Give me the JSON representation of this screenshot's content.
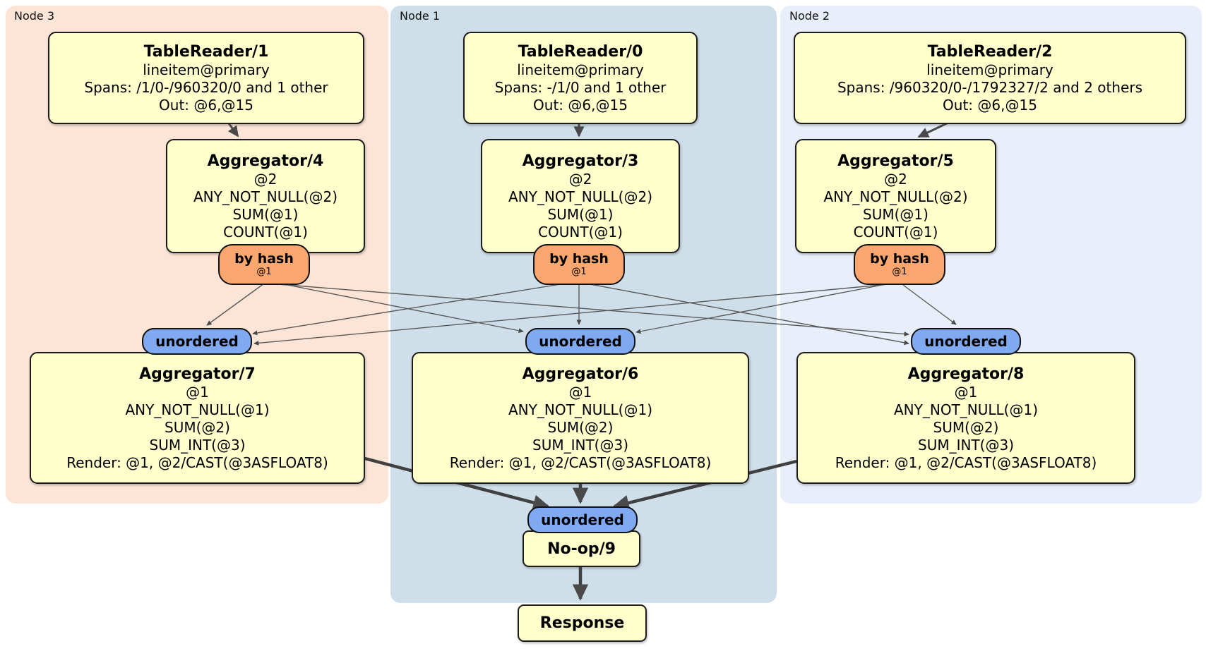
{
  "nodes": [
    {
      "label": "Node 3"
    },
    {
      "label": "Node 1"
    },
    {
      "label": "Node 2"
    }
  ],
  "processors": {
    "tr1": {
      "title": "TableReader/1",
      "lines": [
        "lineitem@primary",
        "Spans: /1/0-/960320/0 and 1 other",
        "Out: @6,@15"
      ]
    },
    "tr0": {
      "title": "TableReader/0",
      "lines": [
        "lineitem@primary",
        "Spans: -/1/0 and 1 other",
        "Out: @6,@15"
      ]
    },
    "tr2": {
      "title": "TableReader/2",
      "lines": [
        "lineitem@primary",
        "Spans: /960320/0-/1792327/2 and 2 others",
        "Out: @6,@15"
      ]
    },
    "agg4": {
      "title": "Aggregator/4",
      "lines": [
        "@2",
        "ANY_NOT_NULL(@2)",
        "SUM(@1)",
        "COUNT(@1)"
      ]
    },
    "agg3": {
      "title": "Aggregator/3",
      "lines": [
        "@2",
        "ANY_NOT_NULL(@2)",
        "SUM(@1)",
        "COUNT(@1)"
      ]
    },
    "agg5": {
      "title": "Aggregator/5",
      "lines": [
        "@2",
        "ANY_NOT_NULL(@2)",
        "SUM(@1)",
        "COUNT(@1)"
      ]
    },
    "agg7": {
      "title": "Aggregator/7",
      "lines": [
        "@1",
        "ANY_NOT_NULL(@1)",
        "SUM(@2)",
        "SUM_INT(@3)",
        "Render: @1, @2/CAST(@3ASFLOAT8)"
      ]
    },
    "agg6": {
      "title": "Aggregator/6",
      "lines": [
        "@1",
        "ANY_NOT_NULL(@1)",
        "SUM(@2)",
        "SUM_INT(@3)",
        "Render: @1, @2/CAST(@3ASFLOAT8)"
      ]
    },
    "agg8": {
      "title": "Aggregator/8",
      "lines": [
        "@1",
        "ANY_NOT_NULL(@1)",
        "SUM(@2)",
        "SUM_INT(@3)",
        "Render: @1, @2/CAST(@3ASFLOAT8)"
      ]
    },
    "noop": {
      "title": "No-op/9"
    },
    "response": {
      "title": "Response"
    }
  },
  "router": {
    "label": "by hash",
    "sub": "@1"
  },
  "sync": {
    "label": "unordered"
  },
  "colors": {
    "node3_bg": "#fce4d6",
    "node1_bg": "#cfdfe9",
    "node2_bg": "#e9effa",
    "box_fill": "#ffffcc",
    "router_fill": "#f9a76f",
    "sync_fill": "#7fa9f0",
    "edge": "#4a4a4a"
  }
}
